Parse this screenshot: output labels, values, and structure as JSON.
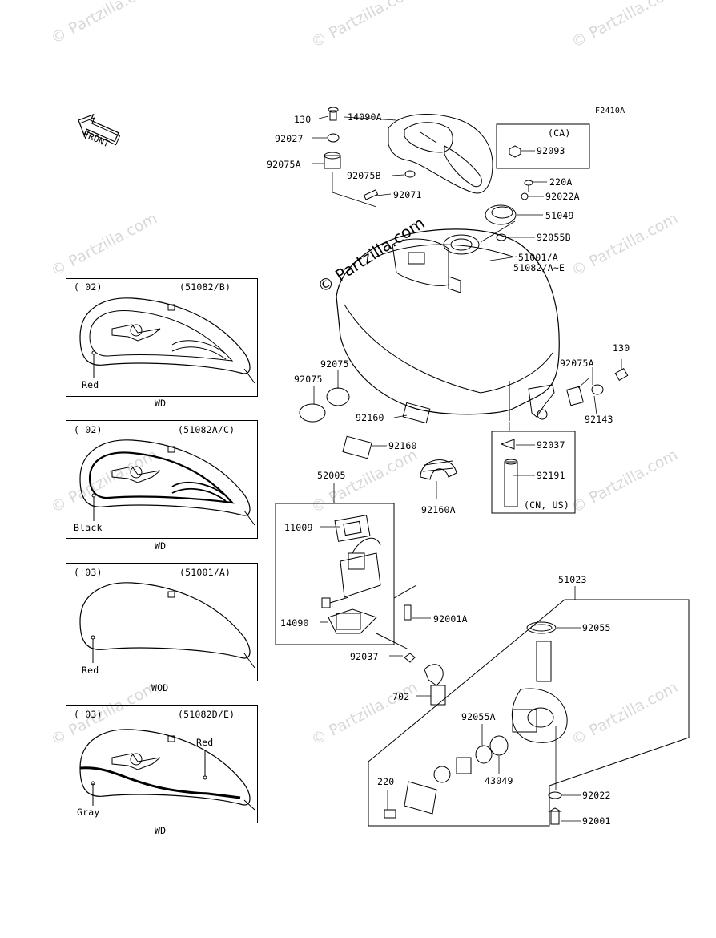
{
  "figure_code": "F2410A",
  "front_label": "FRONT",
  "watermark": "© Partzilla.com",
  "callouts": {
    "c130a": "130",
    "c14090A": "14090A",
    "c92027": "92027",
    "c92075A_top": "92075A",
    "c92075B": "92075B",
    "c92071": "92071",
    "c_ca": "(CA)",
    "c92093": "92093",
    "c220A": "220A",
    "c92022A": "92022A",
    "c51049": "51049",
    "c92055B": "92055B",
    "c51001A": "51001/A",
    "c51082AE": "51082/A~E",
    "c130b": "130",
    "c92075A_right": "92075A",
    "c92143": "92143",
    "c92075_left": "92075",
    "c92075_mid": "92075",
    "c92160a": "92160",
    "c92160b": "92160",
    "c92037_right": "92037",
    "c92191": "92191",
    "c_cnus": "(CN, US)",
    "c92160A": "92160A",
    "c52005": "52005",
    "c11009": "11009",
    "c14090": "14090",
    "c92001A": "92001A",
    "c92037_low": "92037",
    "c702": "702",
    "c51023": "51023",
    "c92055": "92055",
    "c92055A": "92055A",
    "c43049": "43049",
    "c220": "220",
    "c92022": "92022",
    "c92001": "92001"
  },
  "variants": [
    {
      "year": "('02)",
      "part": "(51082/B)",
      "color": "Red",
      "code": "WD"
    },
    {
      "year": "('02)",
      "part": "(51082A/C)",
      "color": "Black",
      "code": "WD"
    },
    {
      "year": "('03)",
      "part": "(51001/A)",
      "color": "Red",
      "code": "WOD"
    },
    {
      "year": "('03)",
      "part": "(51082D/E)",
      "color": "Gray",
      "color2": "Red",
      "code": "WD"
    }
  ]
}
